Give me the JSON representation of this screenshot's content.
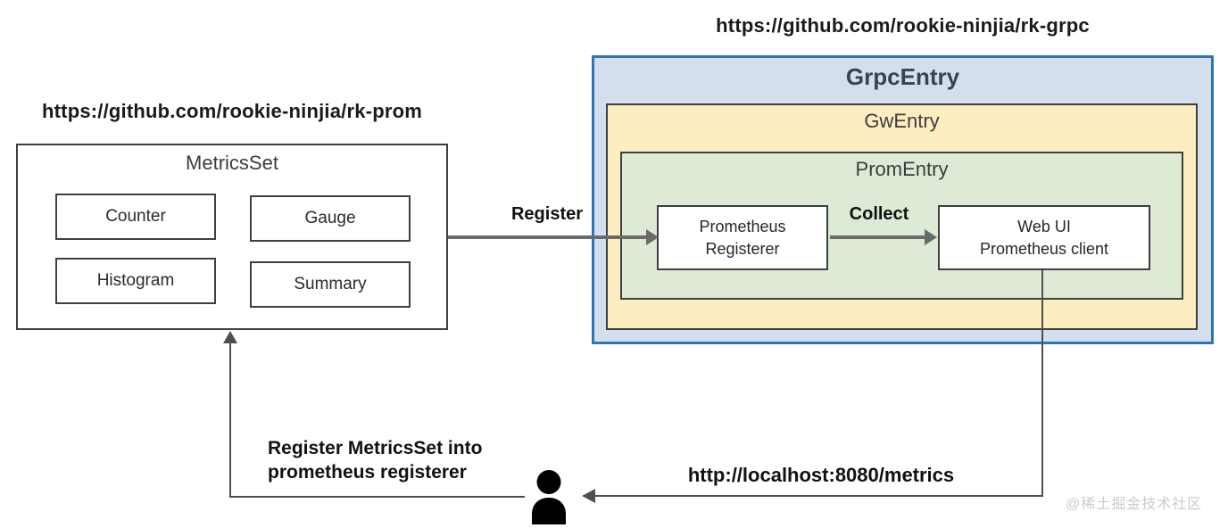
{
  "rk_prom": {
    "url": "https://github.com/rookie-ninjia/rk-prom",
    "title": "MetricsSet",
    "metrics": [
      "Counter",
      "Gauge",
      "Histogram",
      "Summary"
    ]
  },
  "rk_grpc": {
    "url": "https://github.com/rookie-ninjia/rk-grpc",
    "grpc_entry_label": "GrpcEntry",
    "gw_entry_label": "GwEntry",
    "prom_entry_label": "PromEntry",
    "registerer": {
      "line1": "Prometheus",
      "line2": "Registerer"
    },
    "web_ui": {
      "line1": "Web UI",
      "line2": "Prometheus client"
    }
  },
  "arrows": {
    "register_label": "Register",
    "collect_label": "Collect",
    "metrics_endpoint_label": "http://localhost:8080/metrics",
    "user_action_line1": "Register MetricsSet into",
    "user_action_line2": "prometheus registerer"
  },
  "icons": {
    "user": "user-silhouette"
  },
  "watermark": "@稀土掘金技术社区",
  "colors": {
    "grpc_fill": "#d3deef",
    "grpc_border": "#2e75b5",
    "gw_fill": "#fdeec1",
    "prom_fill": "#dcead6",
    "box_border": "#3f3f3f",
    "arrow_gray": "#6a6a6a",
    "line_gray": "#4f4f4f",
    "watermark_gray": "#cbcbcb"
  }
}
